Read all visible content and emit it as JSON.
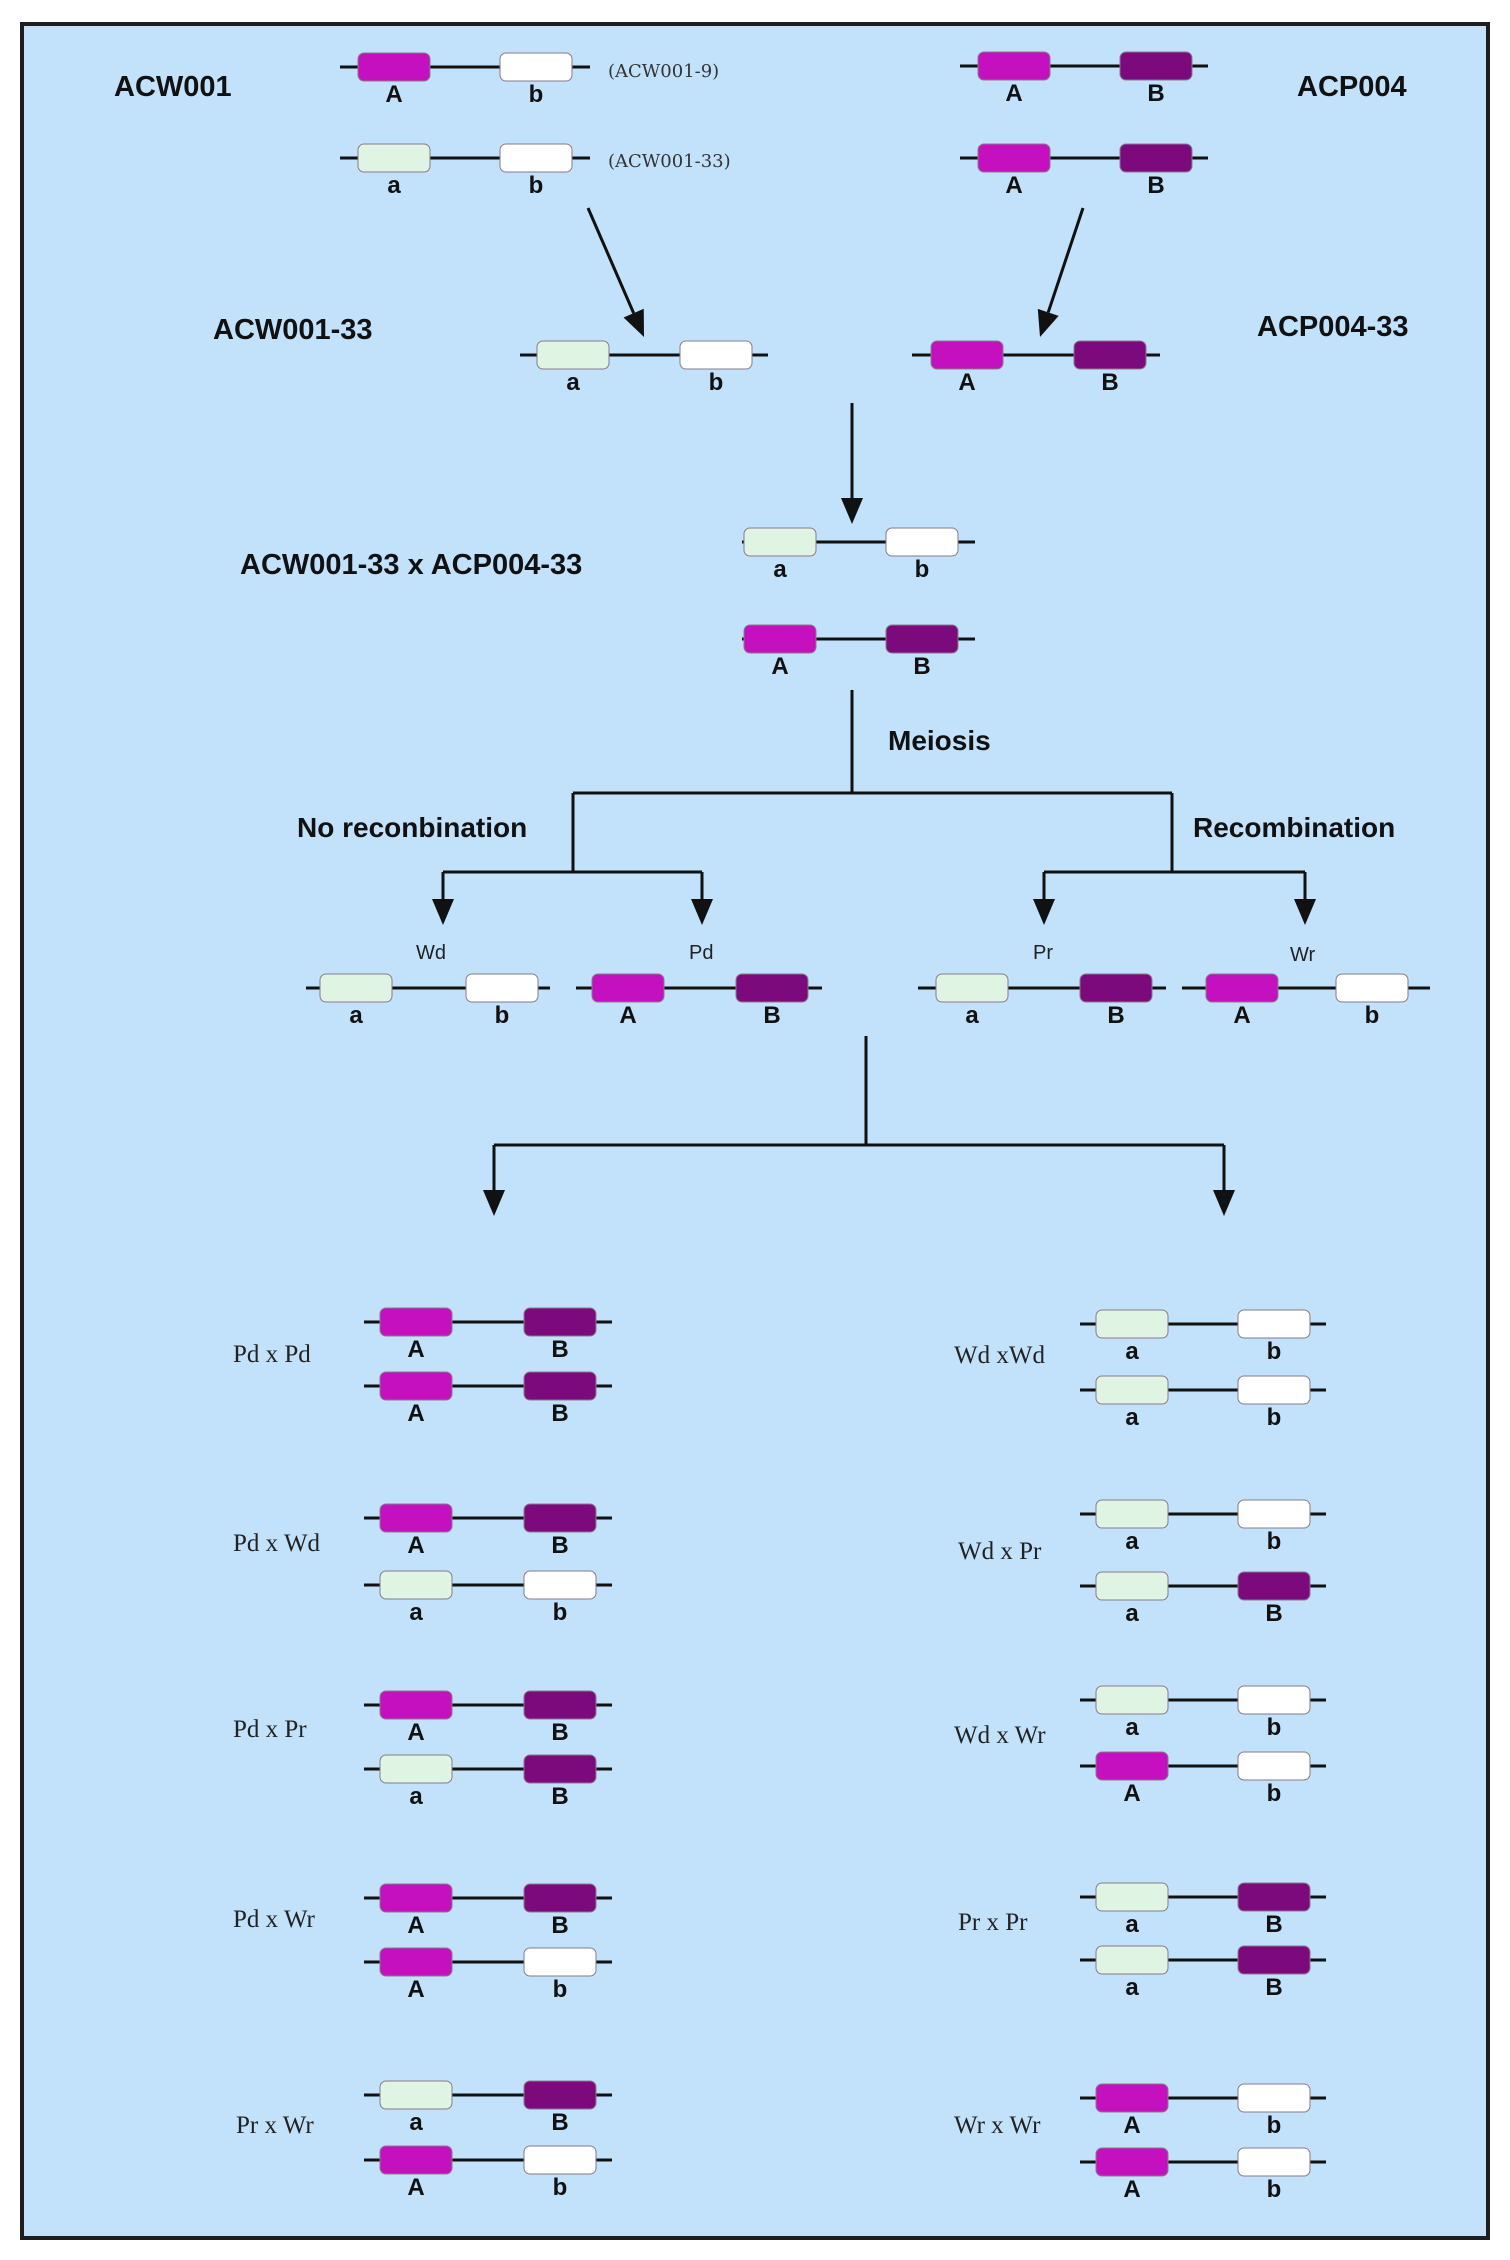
{
  "colors": {
    "background": "#c2e1fb",
    "A": "#c410bf",
    "a": "#e0f4e4",
    "B": "#7d0a7d",
    "b": "#ffffff"
  },
  "parents": {
    "left": {
      "name": "ACW001",
      "chromosomes": [
        {
          "genes": [
            "A",
            "b"
          ],
          "note": "(ACW001-9)"
        },
        {
          "genes": [
            "a",
            "b"
          ],
          "note": "(ACW001-33)"
        }
      ]
    },
    "right": {
      "name": "ACP004",
      "chromosomes": [
        {
          "genes": [
            "A",
            "B"
          ]
        },
        {
          "genes": [
            "A",
            "B"
          ]
        }
      ]
    }
  },
  "selected": {
    "left": {
      "name": "ACW001-33",
      "genes": [
        "a",
        "b"
      ]
    },
    "right": {
      "name": "ACP004-33",
      "genes": [
        "A",
        "B"
      ]
    }
  },
  "hybrid": {
    "name": "ACW001-33 x ACP004-33",
    "chromosomes": [
      [
        "a",
        "b"
      ],
      [
        "A",
        "B"
      ]
    ]
  },
  "meiosis": "Meiosis",
  "branches": {
    "left": "No reconbination",
    "right": "Recombination"
  },
  "gametes": [
    {
      "tag": "Wd",
      "genes": [
        "a",
        "b"
      ]
    },
    {
      "tag": "Pd",
      "genes": [
        "A",
        "B"
      ]
    },
    {
      "tag": "Pr",
      "genes": [
        "a",
        "B"
      ]
    },
    {
      "tag": "Wr",
      "genes": [
        "A",
        "b"
      ]
    }
  ],
  "crosses": {
    "left": [
      {
        "label": "Pd x Pd",
        "chromosomes": [
          [
            "A",
            "B"
          ],
          [
            "A",
            "B"
          ]
        ]
      },
      {
        "label": "Pd x Wd",
        "chromosomes": [
          [
            "A",
            "B"
          ],
          [
            "a",
            "b"
          ]
        ]
      },
      {
        "label": "Pd x Pr",
        "chromosomes": [
          [
            "A",
            "B"
          ],
          [
            "a",
            "B"
          ]
        ]
      },
      {
        "label": "Pd x Wr",
        "chromosomes": [
          [
            "A",
            "B"
          ],
          [
            "A",
            "b"
          ]
        ]
      },
      {
        "label": "Pr x Wr",
        "chromosomes": [
          [
            "a",
            "B"
          ],
          [
            "A",
            "b"
          ]
        ]
      }
    ],
    "right": [
      {
        "label": "Wd xWd",
        "chromosomes": [
          [
            "a",
            "b"
          ],
          [
            "a",
            "b"
          ]
        ]
      },
      {
        "label": "Wd x Pr",
        "chromosomes": [
          [
            "a",
            "b"
          ],
          [
            "a",
            "B"
          ]
        ]
      },
      {
        "label": "Wd x Wr",
        "chromosomes": [
          [
            "a",
            "b"
          ],
          [
            "A",
            "b"
          ]
        ]
      },
      {
        "label": "Pr x Pr",
        "chromosomes": [
          [
            "a",
            "B"
          ],
          [
            "a",
            "B"
          ]
        ]
      },
      {
        "label": "Wr x Wr",
        "chromosomes": [
          [
            "A",
            "b"
          ],
          [
            "A",
            "b"
          ]
        ]
      }
    ]
  }
}
